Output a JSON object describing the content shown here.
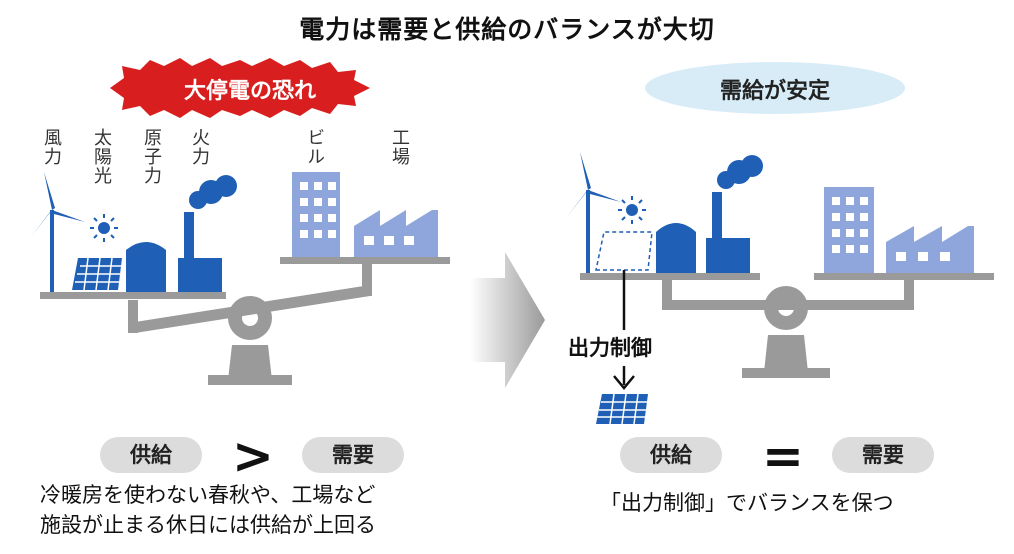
{
  "title": "電力は需要と供給のバランスが大切",
  "left_panel": {
    "warning": "大停電の恐れ",
    "supply_labels": [
      "風力",
      "太陽光",
      "原子力",
      "火力"
    ],
    "demand_labels": [
      "ビル",
      "工場"
    ],
    "supply": "供給",
    "operator": ">",
    "demand": "需要",
    "caption_lines": [
      "冷暖房を使わない春秋や、工場など",
      "施設が止まる休日には供給が上回る"
    ]
  },
  "right_panel": {
    "status": "需給が安定",
    "control_label": "出力制御",
    "supply": "供給",
    "operator": "=",
    "demand": "需要",
    "caption": "「出力制御」でバランスを保つ"
  },
  "colors": {
    "supply_blue": "#1f5fb5",
    "demand_blue": "#8ea6dc",
    "scale_gray": "#9a9a9a",
    "burst_red": "#d81e1e",
    "oval_blue": "#d8ecf7",
    "pill_gray": "#dcdcdc"
  }
}
